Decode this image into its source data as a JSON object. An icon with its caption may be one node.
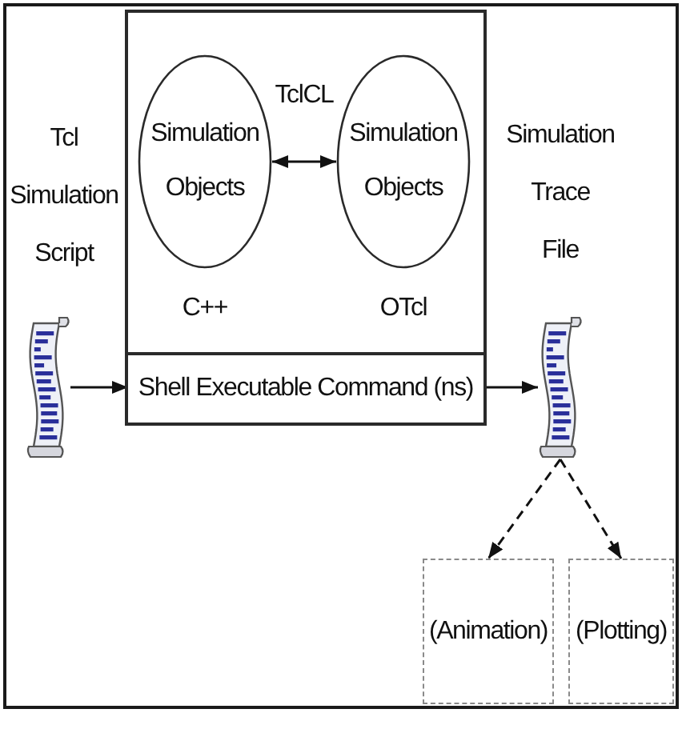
{
  "diagram": {
    "nodes": [
      {
        "text": [],
        "shape": "picture"
      },
      {
        "text": [],
        "shape": "box"
      },
      {
        "text": [
          "Simulation Objects"
        ],
        "in": 1,
        "beside": [
          "C++"
        ]
      },
      {
        "text": [
          "Simulation Objects"
        ],
        "in": 1,
        "beside": [
          "OTcl"
        ]
      },
      {
        "text": [
          "Shell Executable Command (ns)"
        ],
        "in": 1
      },
      {
        "text": [],
        "shape": "picture"
      },
      {
        "text": [
          "(Animation)"
        ]
      },
      {
        "text": [
          "(Plotting)"
        ]
      }
    ],
    "edges": [
      {
        "from": 2,
        "to": 3,
        "arrow": "both",
        "label": "TclCL"
      },
      {
        "from": 0,
        "to": 4,
        "arrow": "to"
      },
      {
        "from": 4,
        "to": 5,
        "arrow": "to"
      },
      {
        "from": 5,
        "to": 6,
        "arrow": "to",
        "style": "dashed"
      },
      {
        "from": 5,
        "to": 7,
        "arrow": "to",
        "style": "dashed"
      }
    ],
    "labels": [
      "Tcl Simulation Script",
      "Simulation Trace File"
    ]
  }
}
